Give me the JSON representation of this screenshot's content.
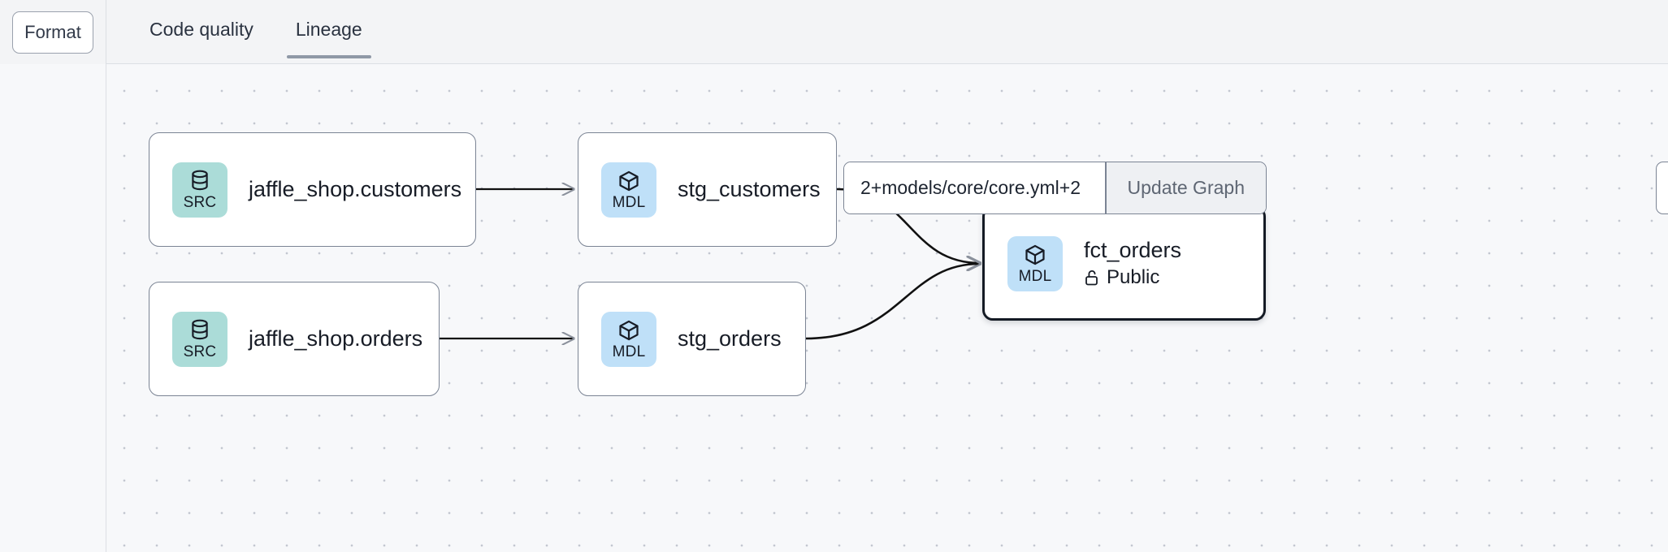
{
  "toolbar": {
    "format_label": "Format"
  },
  "tabs": [
    {
      "label": "Code quality",
      "active": false
    },
    {
      "label": "Lineage",
      "active": true
    }
  ],
  "selector": {
    "value": "2+models/core/core.yml+2",
    "placeholder": "2+models/core/core.yml+2",
    "update_label": "Update Graph"
  },
  "graph": {
    "nodes": [
      {
        "id": "src_customers",
        "badge": "SRC",
        "badge_type": "src",
        "icon": "database-icon",
        "title": "jaffle_shop.customers",
        "selected": false
      },
      {
        "id": "src_orders",
        "badge": "SRC",
        "badge_type": "src",
        "icon": "database-icon",
        "title": "jaffle_shop.orders",
        "selected": false
      },
      {
        "id": "stg_customers",
        "badge": "MDL",
        "badge_type": "mdl",
        "icon": "cube-icon",
        "title": "stg_customers",
        "selected": false
      },
      {
        "id": "stg_orders",
        "badge": "MDL",
        "badge_type": "mdl",
        "icon": "cube-icon",
        "title": "stg_orders",
        "selected": false
      },
      {
        "id": "fct_orders",
        "badge": "MDL",
        "badge_type": "mdl",
        "icon": "cube-icon",
        "title": "fct_orders",
        "access": "Public",
        "access_icon": "unlock-icon",
        "selected": true
      }
    ],
    "edges": [
      {
        "from": "src_customers",
        "to": "stg_customers"
      },
      {
        "from": "src_orders",
        "to": "stg_orders"
      },
      {
        "from": "stg_customers",
        "to": "fct_orders"
      },
      {
        "from": "stg_orders",
        "to": "fct_orders"
      }
    ]
  },
  "colors": {
    "src_badge": "#abdcd8",
    "mdl_badge": "#bfe0f8",
    "canvas_bg": "#f7f8fa",
    "topbar_bg": "#f3f4f6",
    "node_border": "#7b8494",
    "selected_border": "#141a24",
    "edge": "#111111",
    "tab_underline": "#8f98a6"
  }
}
